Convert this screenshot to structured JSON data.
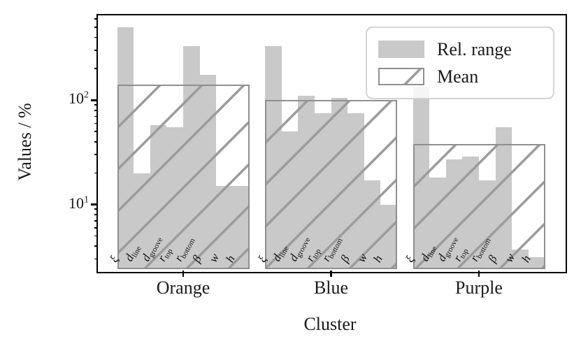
{
  "chart_data": {
    "type": "bar",
    "title": "",
    "xlabel": "Cluster",
    "ylabel": "Values / %",
    "yscale": "log",
    "ylim": [
      2.4,
      650
    ],
    "grid": false,
    "legend": [
      "Rel. range",
      "Mean"
    ],
    "legend_position": "upper right",
    "categories": [
      "Orange",
      "Blue",
      "Purple"
    ],
    "parameters": [
      {
        "main": "ξ",
        "sub": ""
      },
      {
        "main": "d",
        "sub": "line"
      },
      {
        "main": "d",
        "sub": "groove"
      },
      {
        "main": "r",
        "sub": "top"
      },
      {
        "main": "r",
        "sub": "bottom"
      },
      {
        "main": "β",
        "sub": ""
      },
      {
        "main": "w",
        "sub": ""
      },
      {
        "main": "h",
        "sub": ""
      }
    ],
    "clusters": [
      {
        "name": "Orange",
        "mean": 140,
        "rel_range_values": [
          500,
          20,
          58,
          55,
          330,
          175,
          15,
          15
        ]
      },
      {
        "name": "Blue",
        "mean": 100,
        "rel_range_values": [
          330,
          50,
          110,
          75,
          105,
          75,
          17,
          10
        ]
      },
      {
        "name": "Purple",
        "mean": 38,
        "rel_range_values": [
          135,
          18,
          27,
          29,
          17,
          55,
          3.7,
          3.1
        ]
      }
    ],
    "y_major_ticks": [
      {
        "value": 100,
        "base": "10",
        "exp": "2"
      },
      {
        "value": 10,
        "base": "10",
        "exp": "1"
      }
    ],
    "y_minor_ticks": [
      3,
      4,
      5,
      6,
      7,
      8,
      9,
      20,
      30,
      40,
      50,
      60,
      70,
      80,
      90,
      200,
      300,
      400,
      500,
      600
    ]
  },
  "colors": {
    "bar_fill": "#c9c9c9",
    "hatch": "#9c9c9c",
    "mean_edge": "#8f8f8f",
    "spine": "#000000",
    "legend_border": "#d4d4d4",
    "text": "#1a1a1a"
  }
}
